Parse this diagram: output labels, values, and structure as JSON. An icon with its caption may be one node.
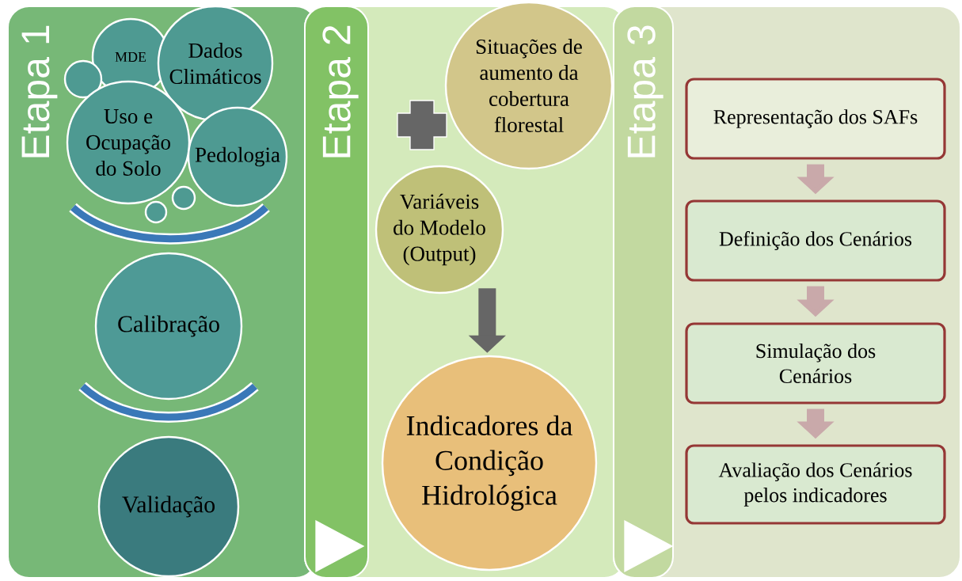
{
  "diagram": {
    "nodes": [
      {
        "text": [
          "Etapa 1"
        ]
      },
      {
        "text": [
          "MDE"
        ],
        "in": 0
      },
      {
        "text": [
          "Dados Climáticos"
        ],
        "in": 0
      },
      {
        "text": [],
        "shape": "circle",
        "in": 0
      },
      {
        "text": [
          "Uso e Ocupação do Solo"
        ],
        "in": 0
      },
      {
        "text": [
          "Pedologia"
        ],
        "in": 0
      },
      {
        "text": [],
        "shape": "circle",
        "in": 0
      },
      {
        "text": [],
        "shape": "circle",
        "in": 0
      },
      {
        "text": [
          "Calibração"
        ],
        "in": 0
      },
      {
        "text": [
          "Validação"
        ],
        "in": 0
      },
      {
        "text": [
          "Etapa 2"
        ]
      },
      {
        "text": [
          "Situações de aumento da cobertura florestal"
        ],
        "in": 10
      },
      {
        "text": [
          "Variáveis do Modelo (Output)"
        ],
        "in": 10
      },
      {
        "text": [
          "Indicadores da Condição Hidrológica"
        ],
        "in": 10
      },
      {
        "text": [
          "Etapa 3"
        ]
      },
      {
        "text": [
          "Representação dos SAFs"
        ],
        "in": 14
      },
      {
        "text": [
          "Definição dos Cenários"
        ],
        "in": 14
      },
      {
        "text": [
          "Simulação dos Cenários"
        ],
        "in": 14
      },
      {
        "text": [
          "Avaliação dos Cenários pelos indicadores"
        ],
        "in": 14
      }
    ],
    "edges": [
      {
        "from": 12,
        "to": 13,
        "arrow": "to",
        "color": "#666666"
      },
      {
        "from": 15,
        "to": 16,
        "arrow": "to"
      },
      {
        "from": 16,
        "to": 17,
        "arrow": "to"
      },
      {
        "from": 17,
        "to": 18,
        "arrow": "to"
      }
    ]
  }
}
